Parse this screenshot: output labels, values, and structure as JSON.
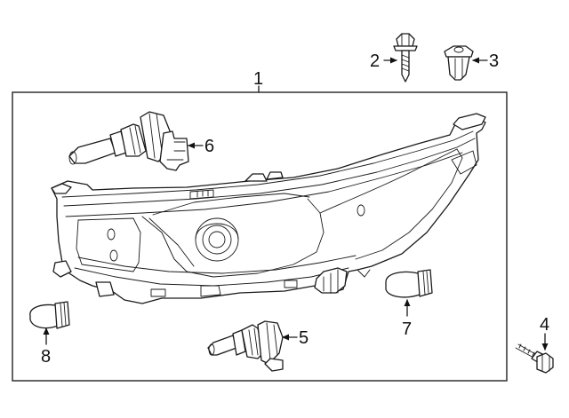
{
  "callouts": {
    "c1": "1",
    "c2": "2",
    "c3": "3",
    "c4": "4",
    "c5": "5",
    "c6": "6",
    "c7": "7",
    "c8": "8"
  },
  "parts": [
    {
      "callout": "1",
      "part": "headlamp-assembly"
    },
    {
      "callout": "2",
      "part": "screw"
    },
    {
      "callout": "3",
      "part": "clip-nut"
    },
    {
      "callout": "4",
      "part": "bolt"
    },
    {
      "callout": "5",
      "part": "headlamp-bulb-low"
    },
    {
      "callout": "6",
      "part": "headlamp-bulb-high"
    },
    {
      "callout": "7",
      "part": "side-marker-bulb"
    },
    {
      "callout": "8",
      "part": "turn-signal-bulb"
    }
  ]
}
